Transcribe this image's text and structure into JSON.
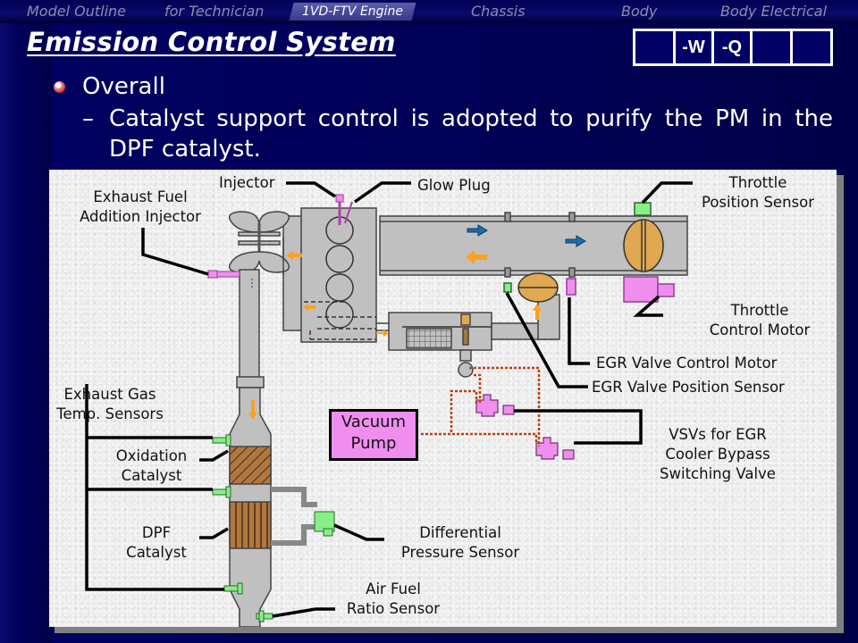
{
  "nav": {
    "items": [
      {
        "label": "Model Outline",
        "active": false
      },
      {
        "label": "for Technician",
        "active": false
      },
      {
        "label": "1VD-FTV Engine",
        "active": true
      },
      {
        "label": "Chassis",
        "active": false
      },
      {
        "label": "Body",
        "active": false
      },
      {
        "label": "Body Electrical",
        "active": false
      }
    ]
  },
  "header": {
    "title": "Emission Control System",
    "model_boxes": [
      "",
      "-W",
      "-Q",
      "",
      ""
    ]
  },
  "content": {
    "bullet": "Overall",
    "sub_dash": "–",
    "sub_text": "Catalyst support control is adopted to purify the PM in the DPF catalyst."
  },
  "diagram": {
    "labels": {
      "exhaust_fuel_addition_injector": [
        "Exhaust Fuel",
        "Addition Injector"
      ],
      "injector": "Injector",
      "glow_plug": "Glow Plug",
      "throttle_position_sensor": [
        "Throttle",
        "Position Sensor"
      ],
      "throttle_control_motor": [
        "Throttle",
        "Control Motor"
      ],
      "egr_valve_control_motor": "EGR Valve Control Motor",
      "egr_valve_position_sensor": "EGR Valve Position Sensor",
      "exhaust_gas_temp_sensors": [
        "Exhaust Gas",
        "Temp. Sensors"
      ],
      "oxidation_catalyst": [
        "Oxidation",
        "Catalyst"
      ],
      "dpf_catalyst": [
        "DPF",
        "Catalyst"
      ],
      "vacuum_pump": [
        "Vacuum",
        "Pump"
      ],
      "vsvs": [
        "VSVs for EGR",
        "Cooler Bypass",
        "Switching Valve"
      ],
      "differential_pressure_sensor": [
        "Differential",
        "Pressure Sensor"
      ],
      "air_fuel_ratio_sensor": [
        "Air Fuel",
        "Ratio Sensor"
      ]
    },
    "colors": {
      "pipe": "#c0c0c0",
      "sensor_green": "#88ee88",
      "actuator_pink": "#f08ef0",
      "valve_tan": "#e0a850",
      "catalyst_brown": "#b07840",
      "arrow_orange": "#ffa020",
      "arrow_blue": "#1a6ea8",
      "vacuum_line": "#c04010"
    }
  }
}
